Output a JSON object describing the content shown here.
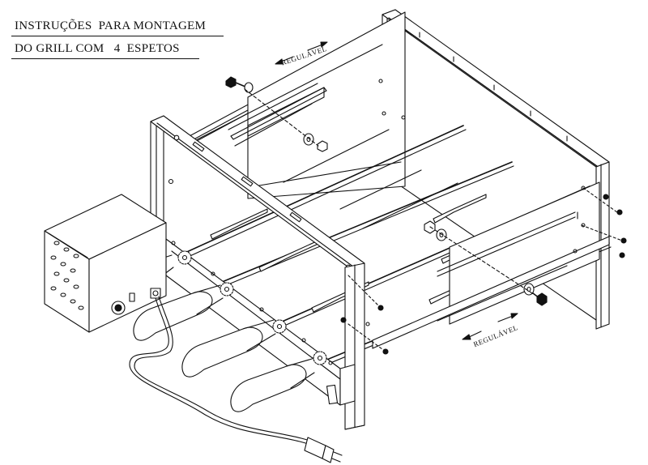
{
  "title": {
    "line1": "INSTRUÇÕES  PARA MONTAGEM",
    "line2": "DO GRILL COM   4  ESPETOS"
  },
  "labels": {
    "adjustable_top": "REGULÁVEL",
    "adjustable_bottom": "REGULÁVEL"
  },
  "colors": {
    "line": "#111111",
    "background": "#ffffff"
  }
}
